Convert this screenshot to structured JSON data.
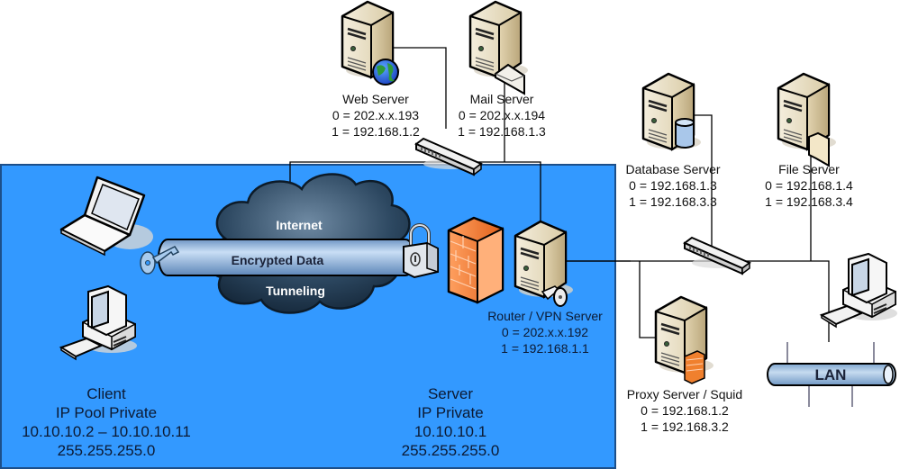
{
  "diagram": {
    "title": "VPN Network Topology",
    "colors": {
      "private_zone": "#3399ff",
      "private_zone_border": "#1c4f8a",
      "server_body": "#e9dfc6",
      "firewall": "#f07c2a",
      "cloud": "#2d4a63",
      "tunnel": "#9fc3ea",
      "lan_cable": "#9ec0e2",
      "line": "#000000"
    },
    "cloud": {
      "internet_label": "Internet",
      "tunnel_label": "Encrypted Data",
      "tunneling_label": "Tunneling"
    },
    "nodes": {
      "web_server": {
        "name": "Web Server",
        "ip0": "0 = 202.x.x.193",
        "ip1": "1 = 192.168.1.2",
        "icon": "globe-icon"
      },
      "mail_server": {
        "name": "Mail Server",
        "ip0": "0 = 202.x.x.194",
        "ip1": "1 = 192.168.1.3",
        "icon": "envelope-icon"
      },
      "database_server": {
        "name": "Database Server",
        "ip0": "0 = 192.168.1.3",
        "ip1": "1 = 192.168.3.3",
        "icon": "database-icon"
      },
      "file_server": {
        "name": "File Server",
        "ip0": "0 = 192.168.1.4",
        "ip1": "1 = 192.168.3.4",
        "icon": "folder-icon"
      },
      "router_vpn": {
        "name": "Router / VPN Server",
        "ip0": "0 = 202.x.x.192",
        "ip1": "1 = 192.168.1.1",
        "icon": "key-icon"
      },
      "proxy_server": {
        "name": "Proxy Server / Squid",
        "ip0": "0 = 192.168.1.2",
        "ip1": "1 = 192.168.3.2",
        "icon": "firewall-icon"
      },
      "lan": {
        "name": "LAN"
      }
    },
    "zones": {
      "client": {
        "title": "Client",
        "subtitle": "IP Pool Private",
        "range": "10.10.10.2 – 10.10.10.11",
        "mask": "255.255.255.0"
      },
      "server": {
        "title": "Server",
        "subtitle": "IP Private",
        "ip": "10.10.10.1",
        "mask": "255.255.255.0"
      }
    }
  }
}
